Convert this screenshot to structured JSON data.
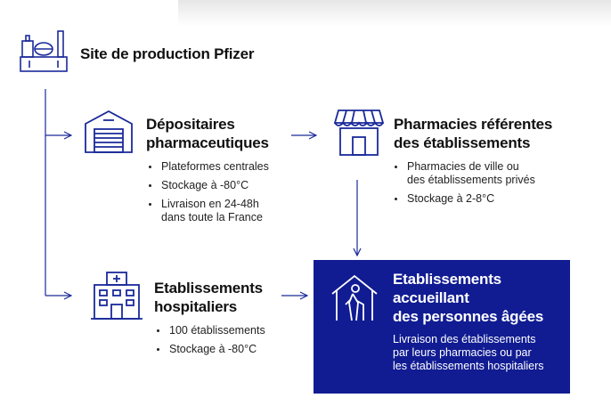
{
  "colors": {
    "accent": "#1a2a9a",
    "box_bg": "#111c92",
    "text": "#111111"
  },
  "site": {
    "icon": "factory-icon",
    "title": "Site de production Pfizer"
  },
  "depositaires": {
    "icon": "warehouse-icon",
    "title_lines": [
      "Dépositaires",
      "pharmaceutiques"
    ],
    "bullets": [
      {
        "lines": [
          "Plateformes centrales"
        ]
      },
      {
        "lines": [
          "Stockage à -80°C"
        ]
      },
      {
        "lines": [
          "Livraison en 24-48h",
          "dans toute la France"
        ]
      }
    ]
  },
  "pharmacies": {
    "icon": "pharmacy-store-icon",
    "title_lines": [
      "Pharmacies référentes",
      "des établissements"
    ],
    "bullets": [
      {
        "lines": [
          "Pharmacies de ville ou",
          "des établissements privés"
        ]
      },
      {
        "lines": [
          "Stockage à 2-8°C"
        ]
      }
    ]
  },
  "hospitaliers": {
    "icon": "hospital-icon",
    "title_lines": [
      "Etablissements",
      "hospitaliers"
    ],
    "bullets": [
      {
        "lines": [
          "100 établissements"
        ]
      },
      {
        "lines": [
          "Stockage à -80°C"
        ]
      }
    ]
  },
  "ehpad": {
    "icon": "elderly-home-icon",
    "title_lines": [
      "Etablissements",
      "accueillant",
      "des personnes âgées"
    ],
    "desc_lines": [
      "Livraison des établissements",
      "par leurs pharmacies ou par",
      "les établissements hospitaliers"
    ]
  }
}
